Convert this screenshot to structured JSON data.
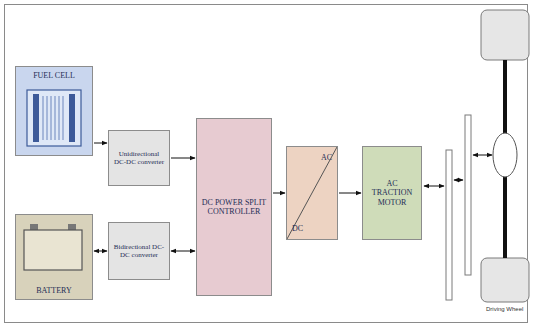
{
  "diagram": {
    "nodes": [
      {
        "text": [
          "FUEL CELL"
        ]
      },
      {
        "text": [
          "Unidirectional DC-DC converter"
        ]
      },
      {
        "text": [
          "BATTERY"
        ]
      },
      {
        "text": [
          "Bidirectional DC-DC converter"
        ]
      },
      {
        "text": [
          "DC POWER SPLIT CONTROLLER"
        ]
      },
      {
        "text": [
          "AC",
          "DC"
        ]
      },
      {
        "text": [
          "AC TRACTION MOTOR"
        ]
      }
    ],
    "edges": [
      {
        "from": 0,
        "to": 1,
        "arrow": "to"
      },
      {
        "from": 2,
        "to": 3,
        "arrow": "both"
      },
      {
        "from": 1,
        "to": 4,
        "arrow": "to"
      },
      {
        "from": 3,
        "to": 4,
        "arrow": "both"
      },
      {
        "from": 4,
        "to": 5,
        "arrow": "to"
      },
      {
        "from": 5,
        "to": 6,
        "arrow": "to"
      }
    ],
    "labels": [
      "Driving Wheel"
    ]
  }
}
